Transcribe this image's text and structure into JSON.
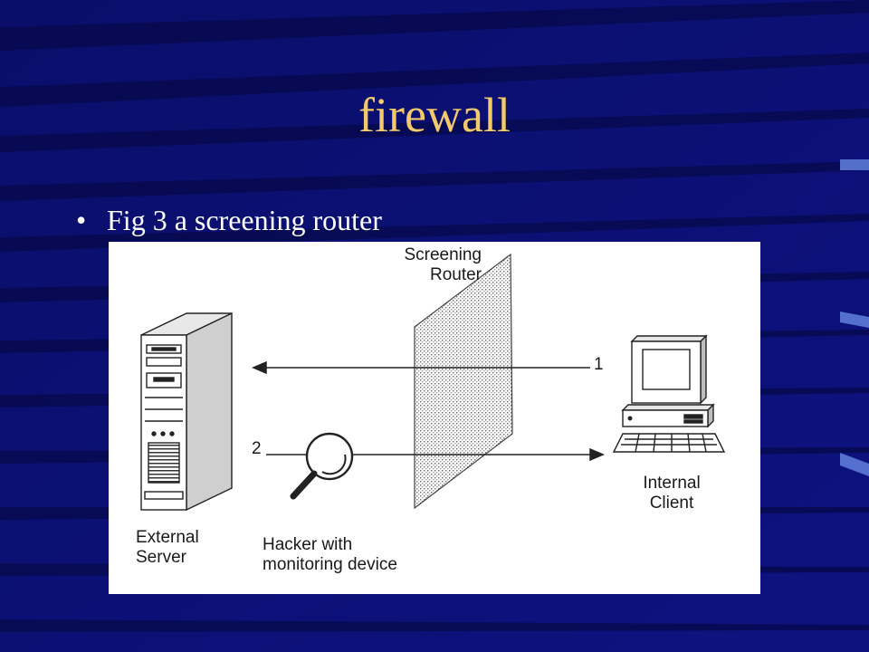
{
  "slide": {
    "title": "firewall",
    "bullet": "Fig 3 a screening router",
    "colors": {
      "background": "#0b0f73",
      "title": "#f2c96b",
      "text": "#ffffff"
    }
  },
  "diagram": {
    "labels": {
      "router_line1": "Screening",
      "router_line2": "Router",
      "path1": "1",
      "path2": "2",
      "server_line1": "External",
      "server_line2": "Server",
      "hacker_line1": "Hacker with",
      "hacker_line2": "monitoring device",
      "client_line1": "Internal",
      "client_line2": "Client"
    },
    "icons": [
      "server-tower-icon",
      "desktop-computer-icon",
      "magnifying-glass-icon",
      "router-screen-icon"
    ]
  }
}
